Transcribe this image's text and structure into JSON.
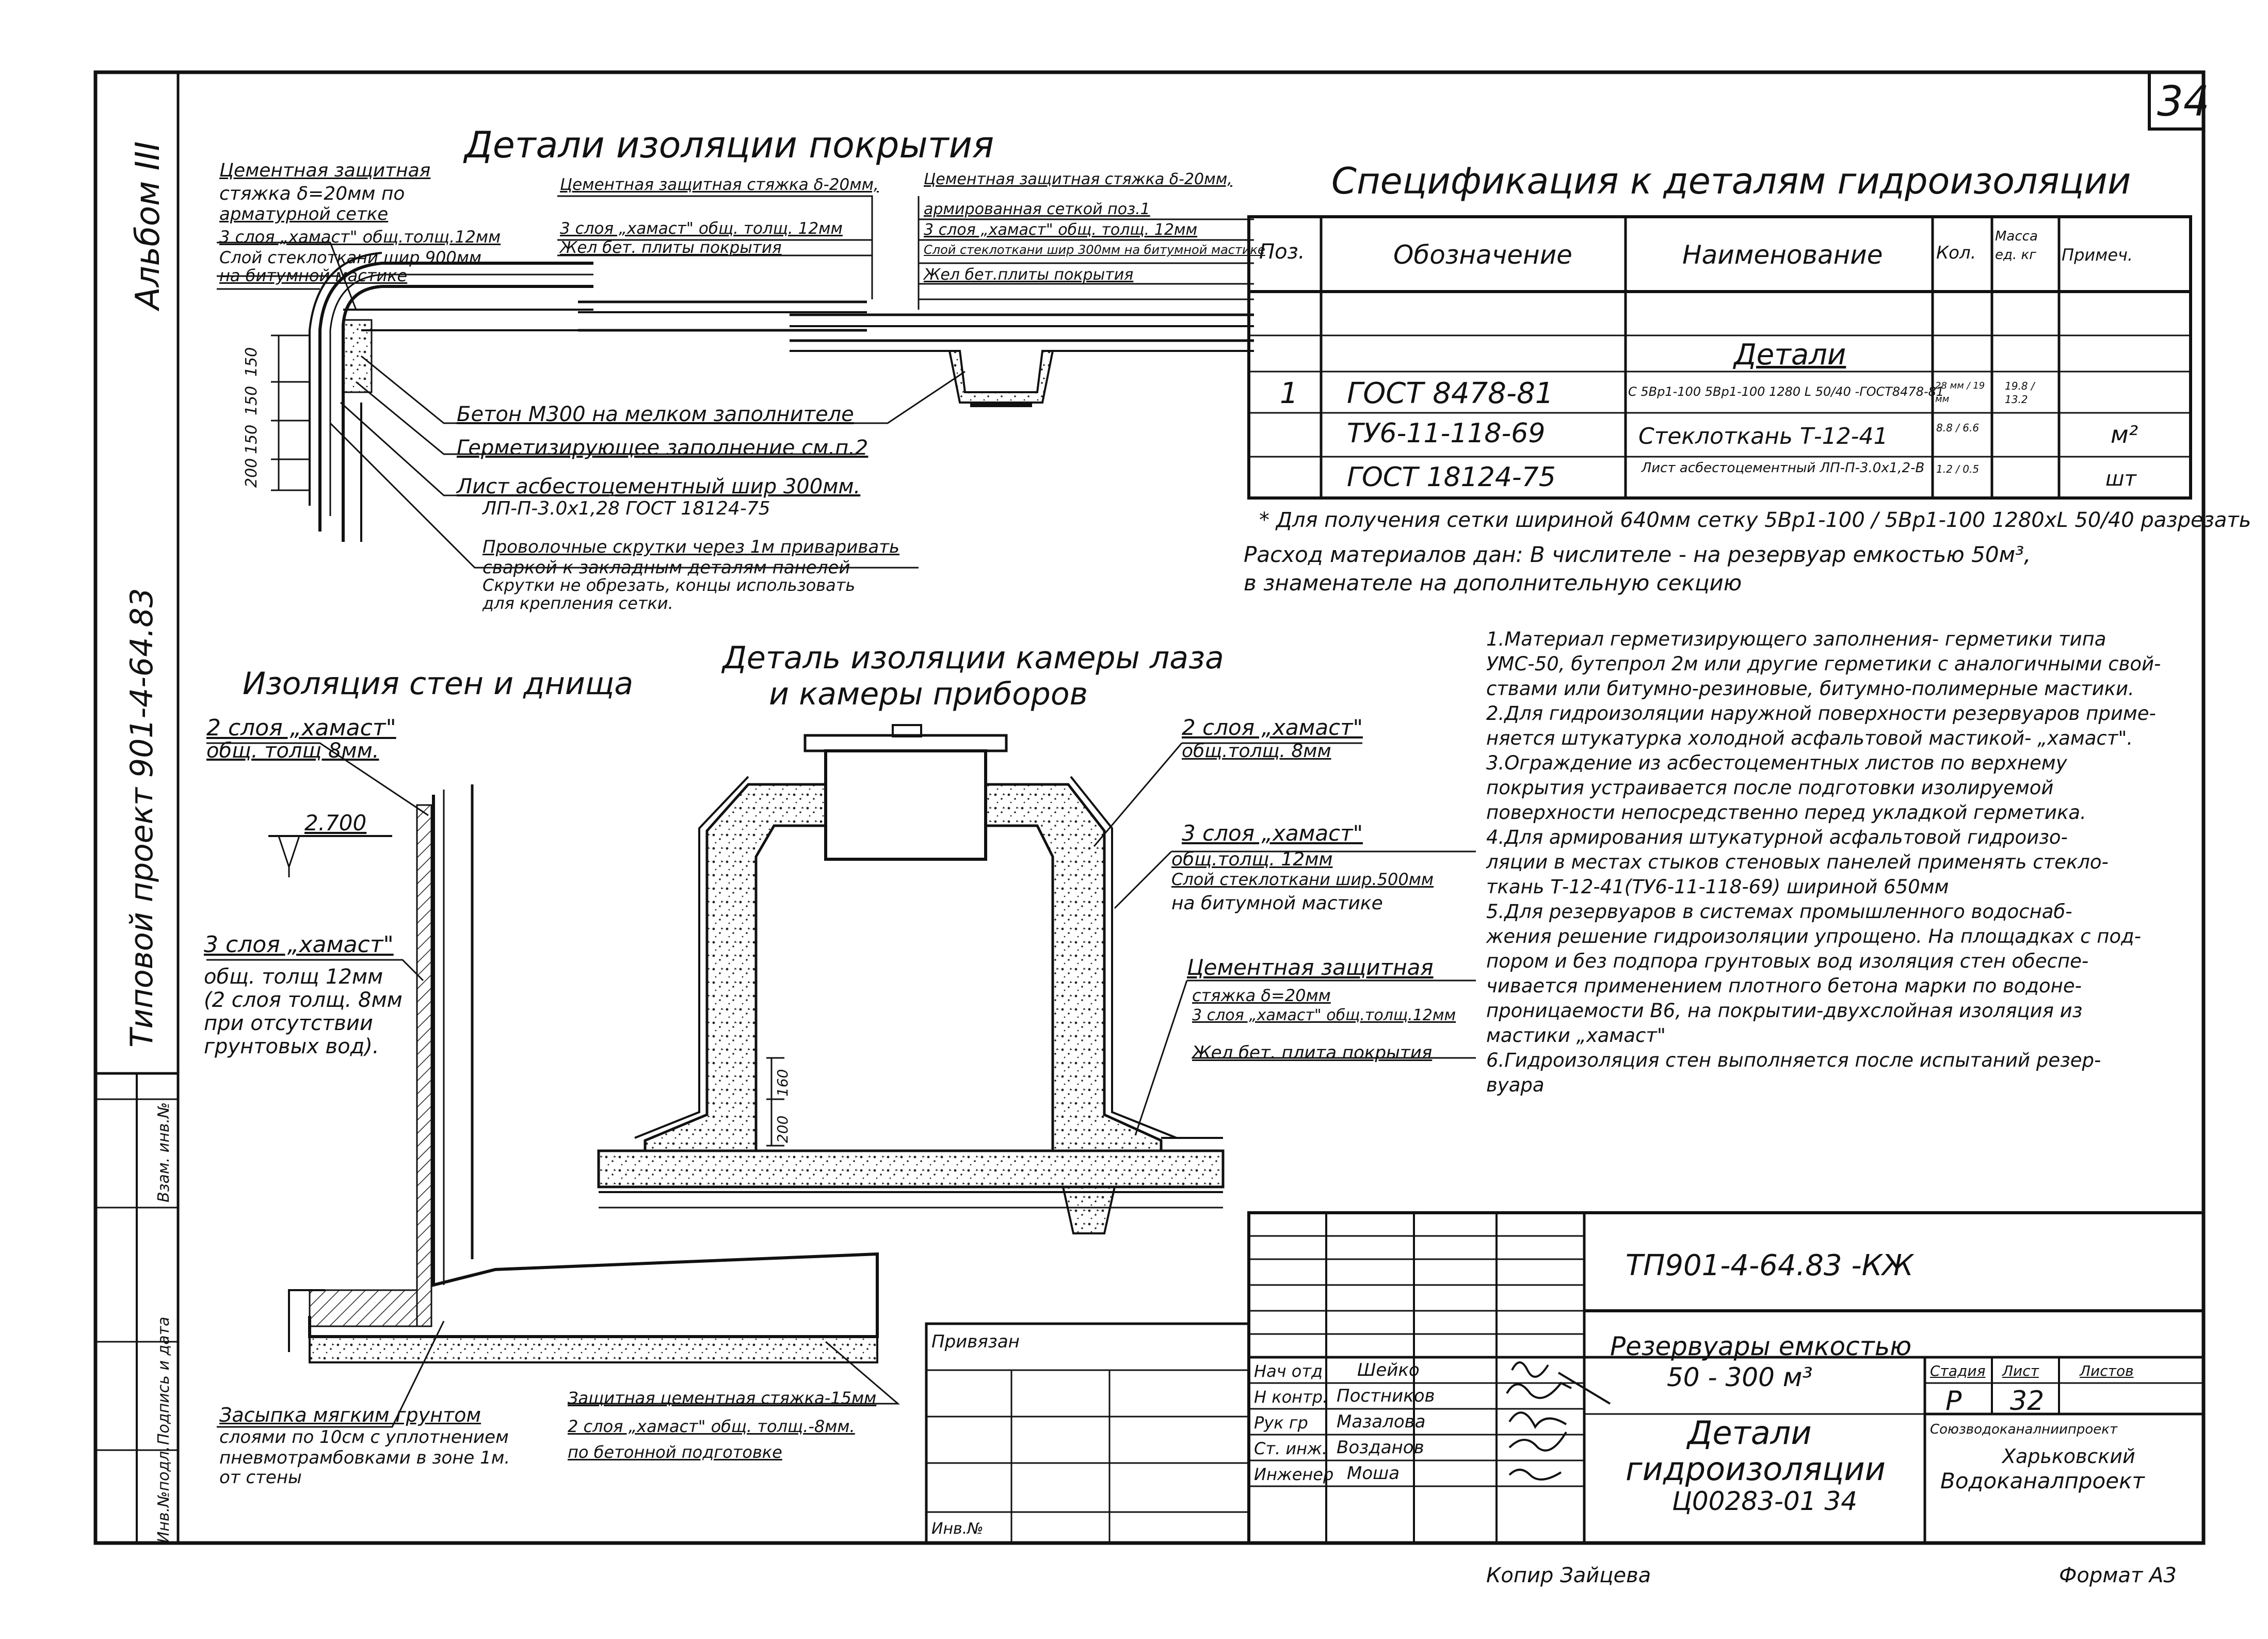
{
  "sheet": {
    "number": "34",
    "album": "Альбом III",
    "project": "Типовой проект 901-4-64.83",
    "copier": "Копир Зайцева",
    "format": "Формат А3",
    "handwritten": "Ц00283-01   34",
    "sidebar": [
      "Инв.№подл.",
      "Подпись и дата",
      "Взам. инв.№"
    ]
  },
  "roof": {
    "title": "Детали изоляции покрытия",
    "l1": "Цементная защитная",
    "l2": "стяжка δ=20мм по",
    "l3": "арматурной сетке",
    "l4": "3 слоя „хамаст\" общ.толщ.12мм",
    "l5": "Слой стеклоткани шир 900мм",
    "l6": "на битумной мастике",
    "m1": "Цементная защитная стяжка δ-20мм,",
    "m2": "3 слоя „хамаст\" общ. толщ. 12мм",
    "m3": "Жел бет. плиты покрытия",
    "r1": "Цементная защитная стяжка δ-20мм,",
    "r2": "армированная сеткой поз.1",
    "r3": "3 слоя „хамаст\" общ. толщ. 12мм",
    "r4": "Слой стеклоткани шир 300мм на битумной мастике",
    "r5": "Жел бет.плиты покрытия",
    "c1": "Бетон М300 на мелком заполнителе",
    "c2": "Герметизирующее заполнение см.п.2",
    "c3": "Лист асбестоцементный шир 300мм.",
    "c4": "ЛП-П-3.0х1,28 ГОСТ 18124-75",
    "c5": "Проволочные скрутки через 1м приваривать",
    "c6": "сваркой к закладным деталям панелей",
    "c7": "Скрутки не обрезать, концы использовать",
    "c8": "для крепления сетки.",
    "dims": [
      "150",
      "150",
      "150",
      "200"
    ]
  },
  "spec": {
    "title": "Спецификация к деталям гидроизоляции",
    "headers": [
      "Поз.",
      "Обозначение",
      "Наименование",
      "Кол.",
      "Масса ед. кг",
      "Примеч."
    ],
    "section": "Детали",
    "rows": [
      {
        "pos": "1",
        "code": "ГОСТ 8478-81",
        "name": "С 5Вр1-100 5Вр1-100 1280 L 50/40 -ГОСТ8478-81",
        "qty": "28 мм / 19 мм",
        "mass": "19.8 / 13.2",
        "note": ""
      },
      {
        "pos": "",
        "code": "ТУ6-11-118-69",
        "name": "Стеклоткань Т-12-41",
        "qty": "8.8 / 6.6",
        "mass": "",
        "note": "м²"
      },
      {
        "pos": "",
        "code": "ГОСТ 18124-75",
        "name": "Лист асбестоцементный ЛП-П-3.0х1,2-В",
        "qty": "1.2 / 0.5",
        "mass": "",
        "note": "шт"
      }
    ],
    "footnote1": "* Для получения сетки шириной 640мм сетку 5Вр1-100 / 5Вр1-100 1280хL 50/40 разрезать",
    "footnote2": "Расход материалов дан: В числителе - на резервуар емкостью 50м³,",
    "footnote3": "в знаменателе   на дополнительную секцию"
  },
  "notes": [
    "1.Материал герметизирующего заполнения- герметики типа",
    "УМС-50, бутепрол 2м или другие герметики с аналогичными свой-",
    "ствами или битумно-резиновые, битумно-полимерные мастики.",
    "2.Для гидроизоляции наружной поверхности резервуаров приме-",
    "няется штукатурка холодной асфальтовой мастикой- „хамаст\".",
    "3.Ограждение из асбестоцементных листов по верхнему",
    "покрытия устраивается после подготовки изолируемой",
    "поверхности непосредственно перед укладкой герметика.",
    "4.Для армирования штукатурной асфальтовой гидроизо-",
    "ляции в местах стыков стеновых панелей применять стекло-",
    "ткань Т-12-41(ТУ6-11-118-69) шириной 650мм",
    "5.Для резервуаров в системах промышленного водоснаб-",
    "жения решение гидроизоляции упрощено. На площадках с под-",
    "пором и без подпора грунтовых вод изоляция стен обеспе-",
    "чивается применением плотного бетона марки по водоне-",
    "проницаемости В6, на покрытии-двухслойная изоляция из",
    "мастики „хамаст\"",
    "6.Гидроизоляция стен выполняется после испытаний резер-",
    "вуара"
  ],
  "wall": {
    "title": "Изоляция стен и днища",
    "a1": "2 слоя „хамаст\"",
    "a2": "общ. толщ 8мм.",
    "level": "2.700",
    "b1": "3 слоя „хамаст\"",
    "b2": "общ. толщ 12мм",
    "b3": "(2 слоя толщ. 8мм",
    "b4": "при отсутствии",
    "b5": "грунтовых вод).",
    "f1": "Засыпка мягким грунтом",
    "f2": "слоями по 10см с уплотнением",
    "f3": "пневмотрамбовками в зоне 1м.",
    "f4": "от стены",
    "g1": "Защитная цементная стяжка-15мм",
    "g2": "2 слоя „хамаст\" общ. толщ.-8мм.",
    "g3": "по бетонной подготовке"
  },
  "hatch": {
    "title1": "Деталь изоляции камеры лаза",
    "title2": "и камеры приборов",
    "a1": "2 слоя „хамаст\"",
    "a2": "общ.толщ. 8мм",
    "b1": "3 слоя „хамаст\"",
    "b2": "общ.толщ. 12мм",
    "b3": "Слой стеклоткани шир.500мм",
    "b4": "на битумной мастике",
    "c1": "Цементная защитная",
    "c2": "стяжка δ=20мм",
    "c3": "3 слоя „хамаст\" общ.толщ.12мм",
    "c4": "Жел бет. плита покрытия",
    "dims": [
      "200",
      "160"
    ]
  },
  "stamp": {
    "code": "ТП901-4-64.83 -КЖ",
    "bound": "Привязан",
    "inv": "Инв.№",
    "roles": [
      "Нач отд",
      "Н контр.",
      "Рук гр",
      "Ст. инж.",
      "Инженер"
    ],
    "names": [
      "Шейко",
      "Постников",
      "Мазалова",
      "Возданов",
      "Моша"
    ],
    "object1": "Резервуары емкостью",
    "object2": "50 - 300 м³",
    "sheet_title1": "Детали",
    "sheet_title2": "гидроизоляции",
    "stage_h": "Стадия",
    "sheet_h": "Лист",
    "sheets_h": "Листов",
    "stage": "Р",
    "sheet": "32",
    "org1": "Союзводоканалниипроект",
    "org2": "Харьковский",
    "org3": "Водоканалпроект"
  }
}
